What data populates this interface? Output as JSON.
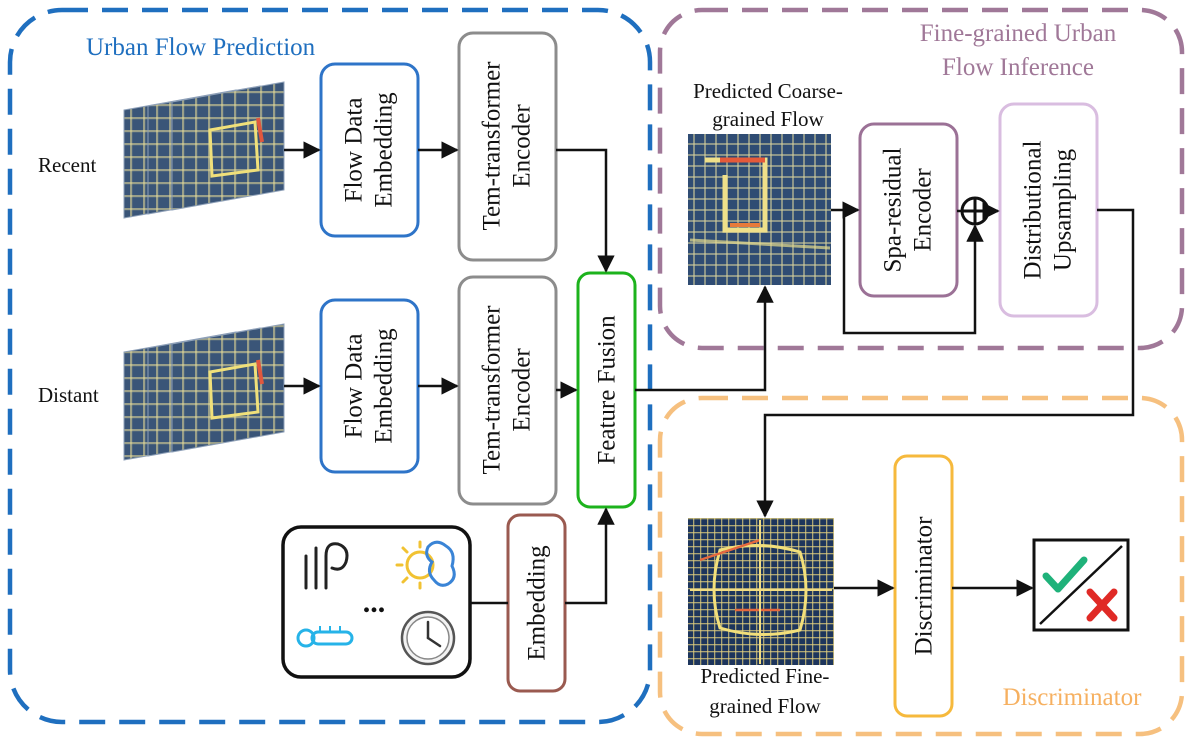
{
  "colors": {
    "urban_flow_prediction": "#1f6fbf",
    "fine_grained_inference": "#a07898",
    "discriminator_region": "#f6c07f",
    "flow_embedding_box": "#2e74c8",
    "encoder_box": "#8c8c8c",
    "feature_fusion_box": "#1db31d",
    "embedding_box": "#9a5a50",
    "spa_residual_box": "#9b7196",
    "upsampling_box": "#d9bde0",
    "discriminator_box": "#f6b93c",
    "heatmap_bg": "#2c4a72",
    "heatmap_grid": "#e9e0a0",
    "heatmap_hot": "#d9503a",
    "check": "#1fb27a",
    "cross": "#e02a26",
    "wind": "#222222",
    "sun": "#f1c232",
    "cloud": "#3a84d6",
    "thermometer": "#26b3e8"
  },
  "regions": {
    "urban_flow_prediction": "Urban Flow Prediction",
    "fine_grained_line1": "Fine-grained Urban",
    "fine_grained_line2": "Flow Inference",
    "discriminator": "Discriminator"
  },
  "labels": {
    "recent": "Recent",
    "distant": "Distant",
    "flow_data_embedding": [
      "Flow Data",
      "Embedding"
    ],
    "tem_transformer_encoder": [
      "Tem-transformer",
      "Encoder"
    ],
    "feature_fusion": "Feature Fusion",
    "embedding": "Embedding",
    "ellipsis": "...",
    "coarse_line1": "Predicted Coarse-",
    "coarse_line2": "grained Flow",
    "spa_residual_encoder": [
      "Spa-residual",
      "Encoder"
    ],
    "distributional_upsampling": [
      "Distributional",
      "Upsampling"
    ],
    "fine_line1": "Predicted Fine-",
    "fine_line2": "grained Flow",
    "discriminator_box": "Discriminator",
    "plus_symbol": "⊕"
  },
  "icons": [
    "wind-icon",
    "sun-cloud-icon",
    "thermometer-icon",
    "clock-icon",
    "check-icon",
    "cross-icon"
  ]
}
